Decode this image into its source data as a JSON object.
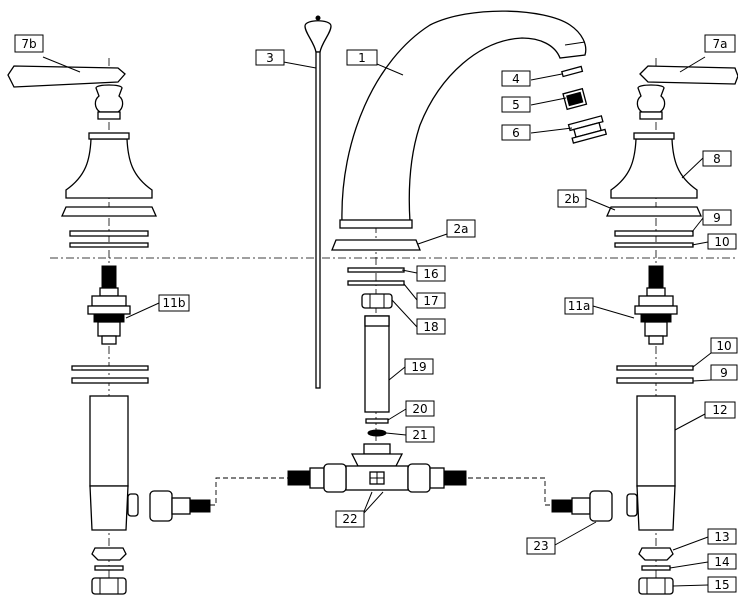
{
  "labels": {
    "l1": "1",
    "l2a": "2a",
    "l2b": "2b",
    "l3": "3",
    "l4": "4",
    "l5": "5",
    "l6": "6",
    "l7a": "7a",
    "l7b": "7b",
    "l8": "8",
    "l9a": "9",
    "l9b": "9",
    "l10a": "10",
    "l10b": "10",
    "l11a": "11a",
    "l11b": "11b",
    "l12": "12",
    "l13": "13",
    "l14": "14",
    "l15": "15",
    "l16": "16",
    "l17": "17",
    "l18": "18",
    "l19": "19",
    "l20": "20",
    "l21": "21",
    "l22": "22",
    "l23": "23"
  }
}
